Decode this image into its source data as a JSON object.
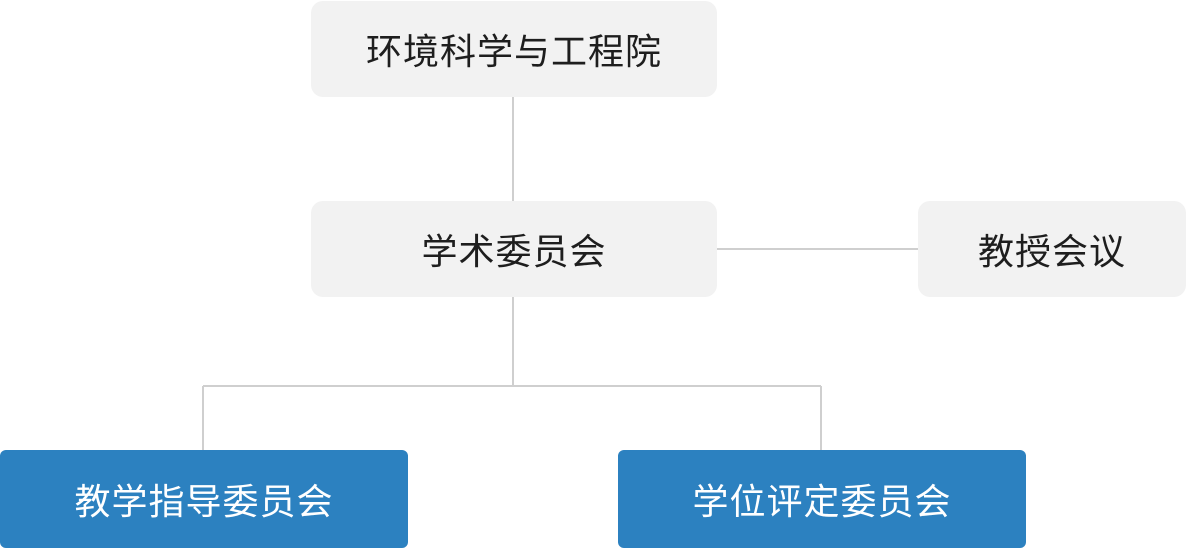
{
  "diagram": {
    "type": "org-chart",
    "line_color": "#cfcfcf",
    "colors": {
      "gray_node_bg": "#f2f2f2",
      "gray_node_text": "#1e1e1e",
      "blue_node_bg": "#2c81c0",
      "blue_node_text": "#ffffff"
    },
    "nodes": {
      "school": "环境科学与工程院",
      "academic_committee": "学术委员会",
      "professors_meeting": "教授会议",
      "teaching_committee": "教学指导委员会",
      "degree_committee": "学位评定委员会"
    },
    "edges": [
      {
        "from": "school",
        "to": "academic_committee"
      },
      {
        "from": "academic_committee",
        "to": "professors_meeting"
      },
      {
        "from": "academic_committee",
        "to": "teaching_committee"
      },
      {
        "from": "academic_committee",
        "to": "degree_committee"
      }
    ]
  }
}
